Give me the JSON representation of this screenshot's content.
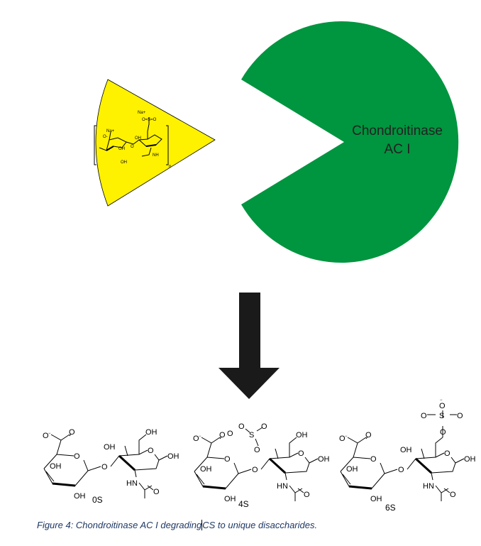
{
  "enzyme": {
    "line1": "Chondroitinase",
    "line2": "AC I",
    "color": "#00953f"
  },
  "substrate": {
    "color": "#fff200",
    "labels": {
      "na1": "Na+",
      "na2": "Na+",
      "sulfo": "O=S=O",
      "o_minus": "O-",
      "o1": "O",
      "oh1": "OH",
      "oh2": "OH",
      "oh3": "OH",
      "nh": "NH",
      "n": "n"
    }
  },
  "products": [
    {
      "label": "0S"
    },
    {
      "label": "4S"
    },
    {
      "label": "6S"
    }
  ],
  "chem": {
    "o_minus": "O",
    "minus": "−",
    "o": "O",
    "oh": "OH",
    "hn": "HN",
    "s": "S"
  },
  "caption": {
    "before": "Figure 4: Chondroitinase AC I degrading",
    "after": "CS to unique disaccharides."
  }
}
